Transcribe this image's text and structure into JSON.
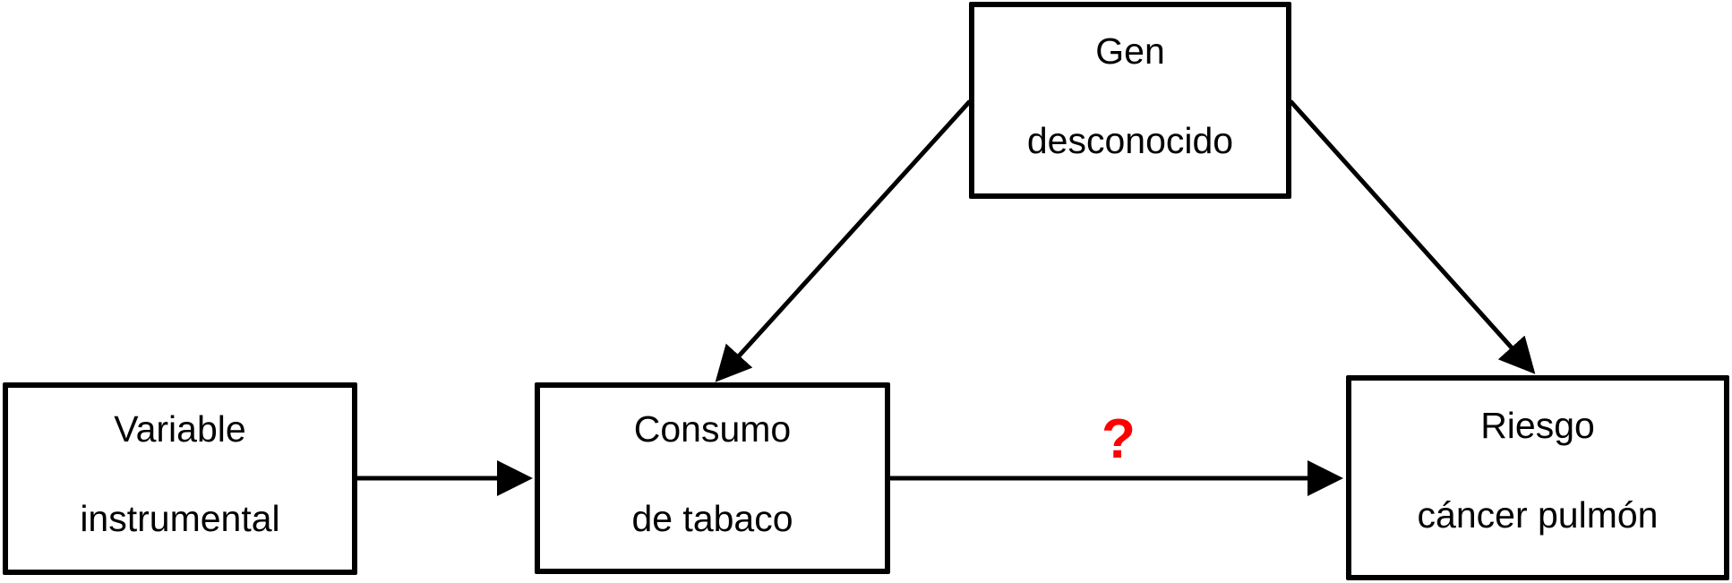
{
  "diagram": {
    "type": "causal-diagram",
    "nodes": [
      {
        "id": "instrument",
        "line1": "Variable",
        "line2": "instrumental"
      },
      {
        "id": "exposure",
        "line1": "Consumo",
        "line2": "de tabaco"
      },
      {
        "id": "outcome",
        "line1": "Riesgo",
        "line2": "cáncer pulmón"
      },
      {
        "id": "confounder",
        "line1": "Gen",
        "line2": "desconocido"
      }
    ],
    "edges": [
      {
        "from": "instrument",
        "to": "exposure"
      },
      {
        "from": "exposure",
        "to": "outcome",
        "label": "?"
      },
      {
        "from": "confounder",
        "to": "exposure"
      },
      {
        "from": "confounder",
        "to": "outcome"
      }
    ],
    "question_mark": "?",
    "colors": {
      "stroke": "#000000",
      "question_mark": "#ff0000",
      "background": "#ffffff"
    }
  }
}
